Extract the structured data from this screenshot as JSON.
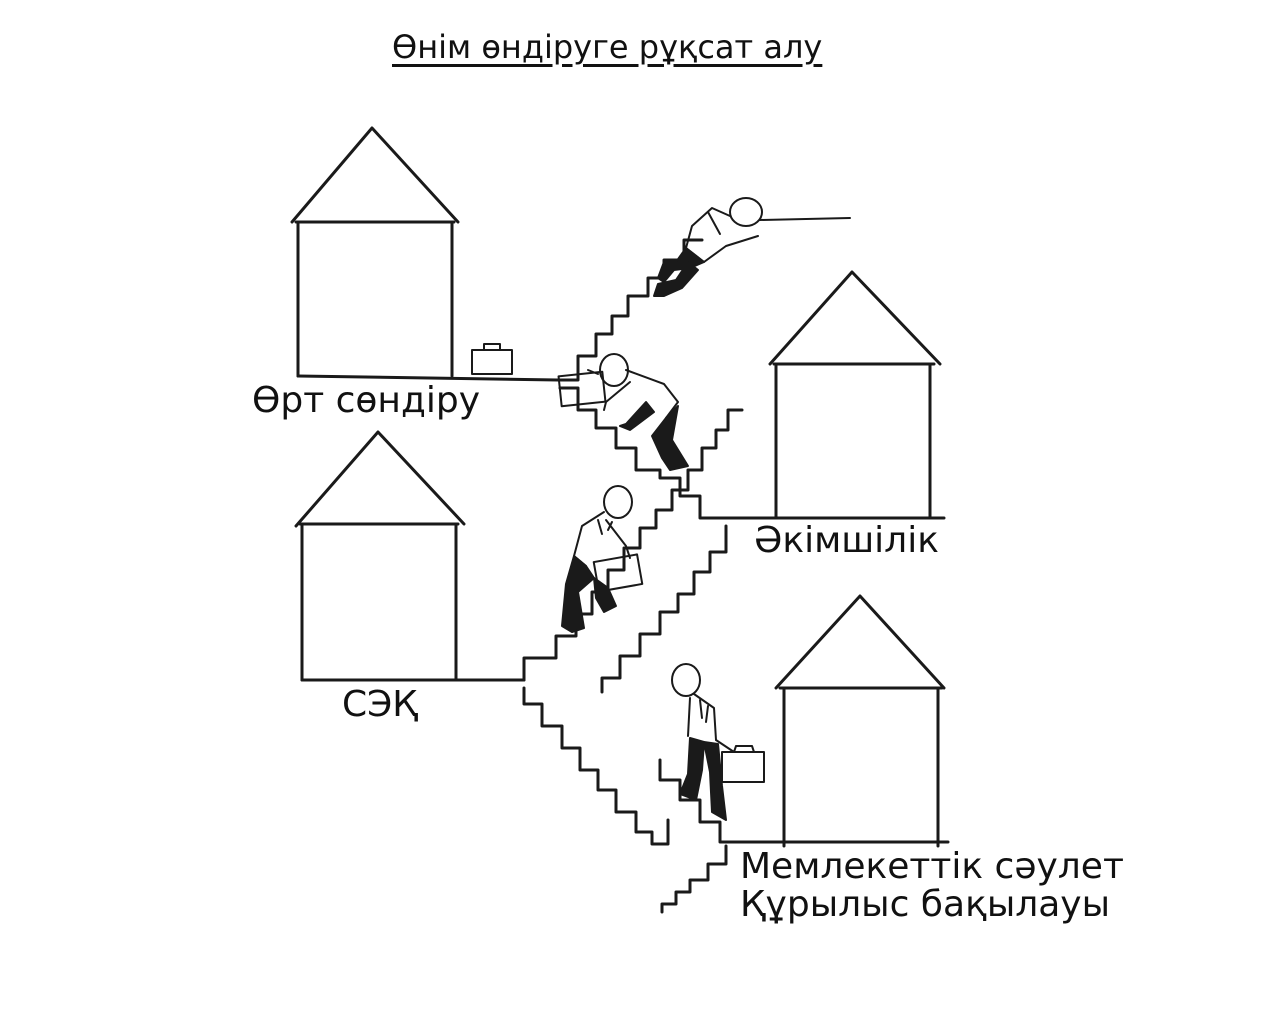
{
  "title": "Өнім өндіруге рұқсат алу",
  "offices": [
    {
      "id": "fire",
      "label": "Өрт сөндіру"
    },
    {
      "id": "akimat",
      "label": "Әкімшілік"
    },
    {
      "id": "sanitary",
      "label": "СЭҚ"
    },
    {
      "id": "architecture",
      "label_lines": [
        "Мемлекеттік сәулет",
        "Құрылыс бақылауы"
      ]
    }
  ],
  "colors": {
    "ink": "#1a1a1a",
    "background": "#ffffff"
  }
}
